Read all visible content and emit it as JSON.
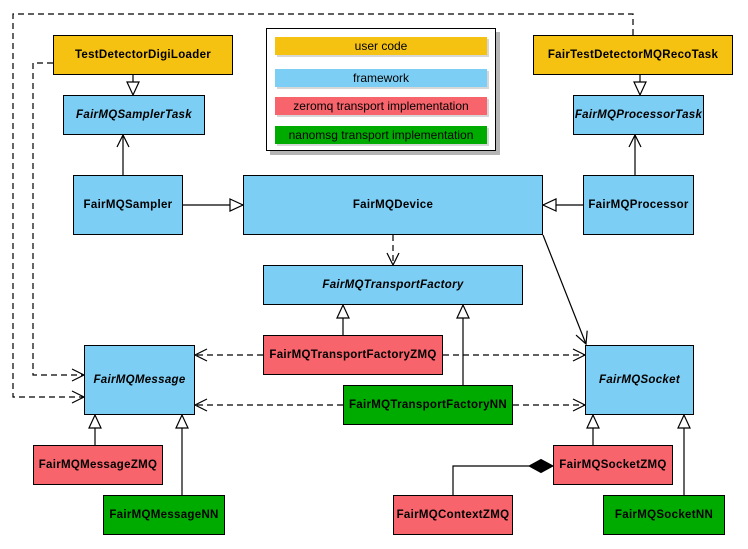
{
  "diagram": {
    "subject": "FairMQ class diagram",
    "background_color": "#ffffff",
    "line_color": "#000000"
  },
  "legend": {
    "items": [
      {
        "category": "user-code",
        "label": "user code",
        "color": "#F5C211"
      },
      {
        "category": "framework",
        "label": "framework",
        "color": "#7DCEF4"
      },
      {
        "category": "zeromq",
        "label": "zeromq transport implementation",
        "color": "#F8646C"
      },
      {
        "category": "nanomsg",
        "label": "nanomsg transport implementation",
        "color": "#00AB00"
      }
    ]
  },
  "nodes": {
    "test_detector_digi_loader": {
      "label": "TestDetectorDigiLoader",
      "category": "user-code",
      "abstract": false
    },
    "fair_test_detector_mq_reco_task": {
      "label": "FairTestDetectorMQRecoTask",
      "category": "user-code",
      "abstract": false
    },
    "fair_mq_sampler_task": {
      "label": "FairMQSamplerTask",
      "category": "framework",
      "abstract": true
    },
    "fair_mq_processor_task": {
      "label": "FairMQProcessorTask",
      "category": "framework",
      "abstract": true
    },
    "fair_mq_sampler": {
      "label": "FairMQSampler",
      "category": "framework",
      "abstract": false
    },
    "fair_mq_device": {
      "label": "FairMQDevice",
      "category": "framework",
      "abstract": false
    },
    "fair_mq_processor": {
      "label": "FairMQProcessor",
      "category": "framework",
      "abstract": false
    },
    "fair_mq_transport_factory": {
      "label": "FairMQTransportFactory",
      "category": "framework",
      "abstract": true
    },
    "fair_mq_transport_factory_zmq": {
      "label": "FairMQTransportFactoryZMQ",
      "category": "zeromq",
      "abstract": false
    },
    "fair_mq_transport_factory_nn": {
      "label": "FairMQTransportFactoryNN",
      "category": "nanomsg",
      "abstract": false
    },
    "fair_mq_message": {
      "label": "FairMQMessage",
      "category": "framework",
      "abstract": true
    },
    "fair_mq_message_zmq": {
      "label": "FairMQMessageZMQ",
      "category": "zeromq",
      "abstract": false
    },
    "fair_mq_message_nn": {
      "label": "FairMQMessageNN",
      "category": "nanomsg",
      "abstract": false
    },
    "fair_mq_socket": {
      "label": "FairMQSocket",
      "category": "framework",
      "abstract": true
    },
    "fair_mq_socket_zmq": {
      "label": "FairMQSocketZMQ",
      "category": "zeromq",
      "abstract": false
    },
    "fair_mq_socket_nn": {
      "label": "FairMQSocketNN",
      "category": "nanomsg",
      "abstract": false
    },
    "fair_mq_context_zmq": {
      "label": "FairMQContextZMQ",
      "category": "zeromq",
      "abstract": false
    }
  },
  "edges": [
    {
      "from": "TestDetectorDigiLoader",
      "to": "FairMQSamplerTask",
      "type": "inheritance-triangle",
      "style": "solid"
    },
    {
      "from": "FairTestDetectorMQRecoTask",
      "to": "FairMQProcessorTask",
      "type": "inheritance-triangle",
      "style": "solid"
    },
    {
      "from": "FairMQSampler",
      "to": "FairMQSamplerTask",
      "type": "open-arrow",
      "style": "solid"
    },
    {
      "from": "FairMQProcessor",
      "to": "FairMQProcessorTask",
      "type": "open-arrow",
      "style": "solid"
    },
    {
      "from": "FairMQSampler",
      "to": "FairMQDevice",
      "type": "inheritance-triangle",
      "style": "solid"
    },
    {
      "from": "FairMQProcessor",
      "to": "FairMQDevice",
      "type": "inheritance-triangle",
      "style": "solid"
    },
    {
      "from": "FairMQDevice",
      "to": "FairMQTransportFactory",
      "type": "open-arrow",
      "style": "dashed"
    },
    {
      "from": "FairMQDevice",
      "to": "FairMQSocket",
      "type": "open-arrow",
      "style": "solid"
    },
    {
      "from": "FairMQTransportFactoryZMQ",
      "to": "FairMQTransportFactory",
      "type": "inheritance-triangle",
      "style": "solid"
    },
    {
      "from": "FairMQTransportFactoryNN",
      "to": "FairMQTransportFactory",
      "type": "inheritance-triangle",
      "style": "solid"
    },
    {
      "from": "FairMQTransportFactoryZMQ",
      "to": "FairMQMessage",
      "type": "open-arrow",
      "style": "dashed"
    },
    {
      "from": "FairMQTransportFactoryZMQ",
      "to": "FairMQSocket",
      "type": "open-arrow",
      "style": "dashed"
    },
    {
      "from": "FairMQTransportFactoryNN",
      "to": "FairMQMessage",
      "type": "open-arrow",
      "style": "dashed"
    },
    {
      "from": "FairMQTransportFactoryNN",
      "to": "FairMQSocket",
      "type": "open-arrow",
      "style": "dashed"
    },
    {
      "from": "TestDetectorDigiLoader",
      "to": "FairMQMessage",
      "type": "open-arrow",
      "style": "dashed"
    },
    {
      "from": "FairTestDetectorMQRecoTask",
      "to": "FairMQMessage",
      "type": "open-arrow",
      "style": "dashed"
    },
    {
      "from": "FairMQMessageZMQ",
      "to": "FairMQMessage",
      "type": "inheritance-triangle",
      "style": "solid"
    },
    {
      "from": "FairMQMessageNN",
      "to": "FairMQMessage",
      "type": "inheritance-triangle",
      "style": "solid"
    },
    {
      "from": "FairMQSocketZMQ",
      "to": "FairMQSocket",
      "type": "inheritance-triangle",
      "style": "solid"
    },
    {
      "from": "FairMQSocketNN",
      "to": "FairMQSocket",
      "type": "inheritance-triangle",
      "style": "solid"
    },
    {
      "from": "FairMQContextZMQ",
      "to": "FairMQSocketZMQ",
      "type": "composition-diamond",
      "style": "solid"
    }
  ]
}
